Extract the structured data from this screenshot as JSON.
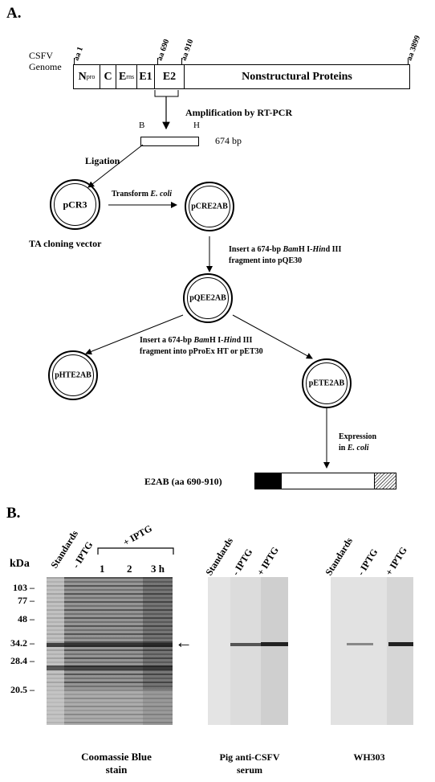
{
  "panelA": {
    "letter": "A.",
    "genome_label_1": "CSFV",
    "genome_label_2": "Genome",
    "aa_marks": [
      "aa 1",
      "aa 690",
      "aa 910",
      "aa 3899"
    ],
    "segments": {
      "npro_main": "N",
      "npro_sup": "pro",
      "c": "C",
      "erns_main": "E",
      "erns_sup": "rns",
      "e1": "E1",
      "e2": "E2",
      "nonstructural": "Nonstructural Proteins"
    },
    "rtpcr": "Amplification by RT-PCR",
    "frag_left": "B",
    "frag_right": "H",
    "frag_size": "674 bp",
    "ligation": "Ligation",
    "pcr3": "pCR3",
    "ta_vector": "TA cloning vector",
    "transform_a": "Transform ",
    "transform_b": "E. coli",
    "pcre2ab": "pCRE2AB",
    "insert1_line1_a": "Insert a 674-bp ",
    "insert1_line1_b": "Bam",
    "insert1_line1_c": "H I-",
    "insert1_line1_d": "Hin",
    "insert1_line1_e": "d III",
    "insert1_line2": "fragment into pQE30",
    "pqee2ab": "pQEE2AB",
    "insert2_line1_a": "Insert a 674-bp ",
    "insert2_line1_b": "Bam",
    "insert2_line1_c": "H I-",
    "insert2_line1_d": "Hin",
    "insert2_line1_e": "d III",
    "insert2_line2": "fragment into pProEx HT or pET30",
    "phte2ab": "pHTE2AB",
    "pete2ab": "pETE2AB",
    "expression_1": "Expression",
    "expression_2a": "in ",
    "expression_2b": "E. coli",
    "e2ab": "E2AB (aa 690-910)"
  },
  "panelB": {
    "letter": "B.",
    "kda": "kDa",
    "iptg_group": "+ IPTG",
    "gel1_lanes": [
      "Standards",
      "- IPTG"
    ],
    "gel1_hours": [
      "1",
      "2",
      "3 h"
    ],
    "gel2_lanes": [
      "Standards",
      "- IPTG",
      "+ IPTG"
    ],
    "gel3_lanes": [
      "Standards",
      "- IPTG",
      "+ IPTG"
    ],
    "mw_markers": [
      "103",
      "77",
      "48",
      "34.2",
      "28.4",
      "20.5"
    ],
    "arrow_glyph": "←",
    "caption1_line1": "Coomassie Blue",
    "caption1_line2": "stain",
    "caption2_line1": "Pig anti-CSFV",
    "caption2_line2": "serum",
    "caption3": "WH303"
  }
}
